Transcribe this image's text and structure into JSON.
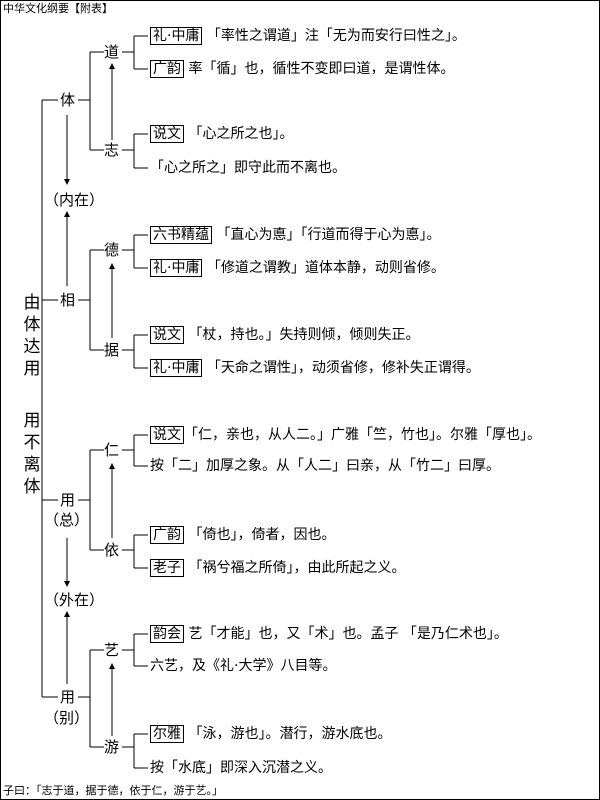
{
  "header": {
    "title": "中华文化纲要【附表】"
  },
  "footer": {
    "text": "子曰：「志于道，据于德，依于仁，游于艺。」"
  },
  "root": {
    "col1": [
      "由",
      "体",
      "达",
      "用"
    ],
    "col2": [
      "用",
      "不",
      "离",
      "体"
    ]
  },
  "level1": {
    "ti": "体",
    "nei": "（内在）",
    "xiang": "相",
    "yong_zong_a": "用",
    "yong_zong_b": "（总）",
    "wai": "（外在）",
    "yong_bie_a": "用",
    "yong_bie_b": "（别）"
  },
  "level2": {
    "dao": "道",
    "zhi": "志",
    "de": "德",
    "ju": "据",
    "ren": "仁",
    "yi_rely": "依",
    "yi_art": "艺",
    "you": "游"
  },
  "rows": [
    {
      "box": "礼·中庸",
      "text": "「率性之谓道」注「无为而安行曰性之」。"
    },
    {
      "box": "广韵",
      "text": "率「循」也，循性不变即曰道，是谓性体。"
    },
    {
      "box": "说文",
      "text": "「心之所之也」。"
    },
    {
      "box": "",
      "text": "「心之所之」即守此而不离也。"
    },
    {
      "box": "六书精蕴",
      "text": "「直心为悳」「行道而得于心为悳」。"
    },
    {
      "box": "礼·中庸",
      "text": "「修道之谓教」道体本静，动则省修。"
    },
    {
      "box": "说文",
      "text": "「杖，持也。」失持则倾，倾则失正。"
    },
    {
      "box": "礼·中庸",
      "text": "「天命之谓性」，动须省修，修补失正谓得。"
    },
    {
      "box": "说文",
      "text": "「仁，亲也，从人二。」广雅「竺，竹也」。尔雅「厚也」。"
    },
    {
      "box": "",
      "text": "按「二」加厚之象。从「人二」曰亲，从「竹二」曰厚。"
    },
    {
      "box": "广韵",
      "text": "「倚也」，倚者，因也。"
    },
    {
      "box": "老子",
      "text": "「祸兮福之所倚」，由此所起之义。"
    },
    {
      "box": "韵会",
      "text": "艺「才能」也，又「术」也。孟子 「是乃仁术也」。"
    },
    {
      "box": "",
      "text": "六艺，及《礼·大学》八目等。"
    },
    {
      "box": "尔雅",
      "text": "「泳，游也」。潜行，游水底也。"
    },
    {
      "box": "",
      "text": "按「水底」即深入沉潜之义。"
    }
  ]
}
